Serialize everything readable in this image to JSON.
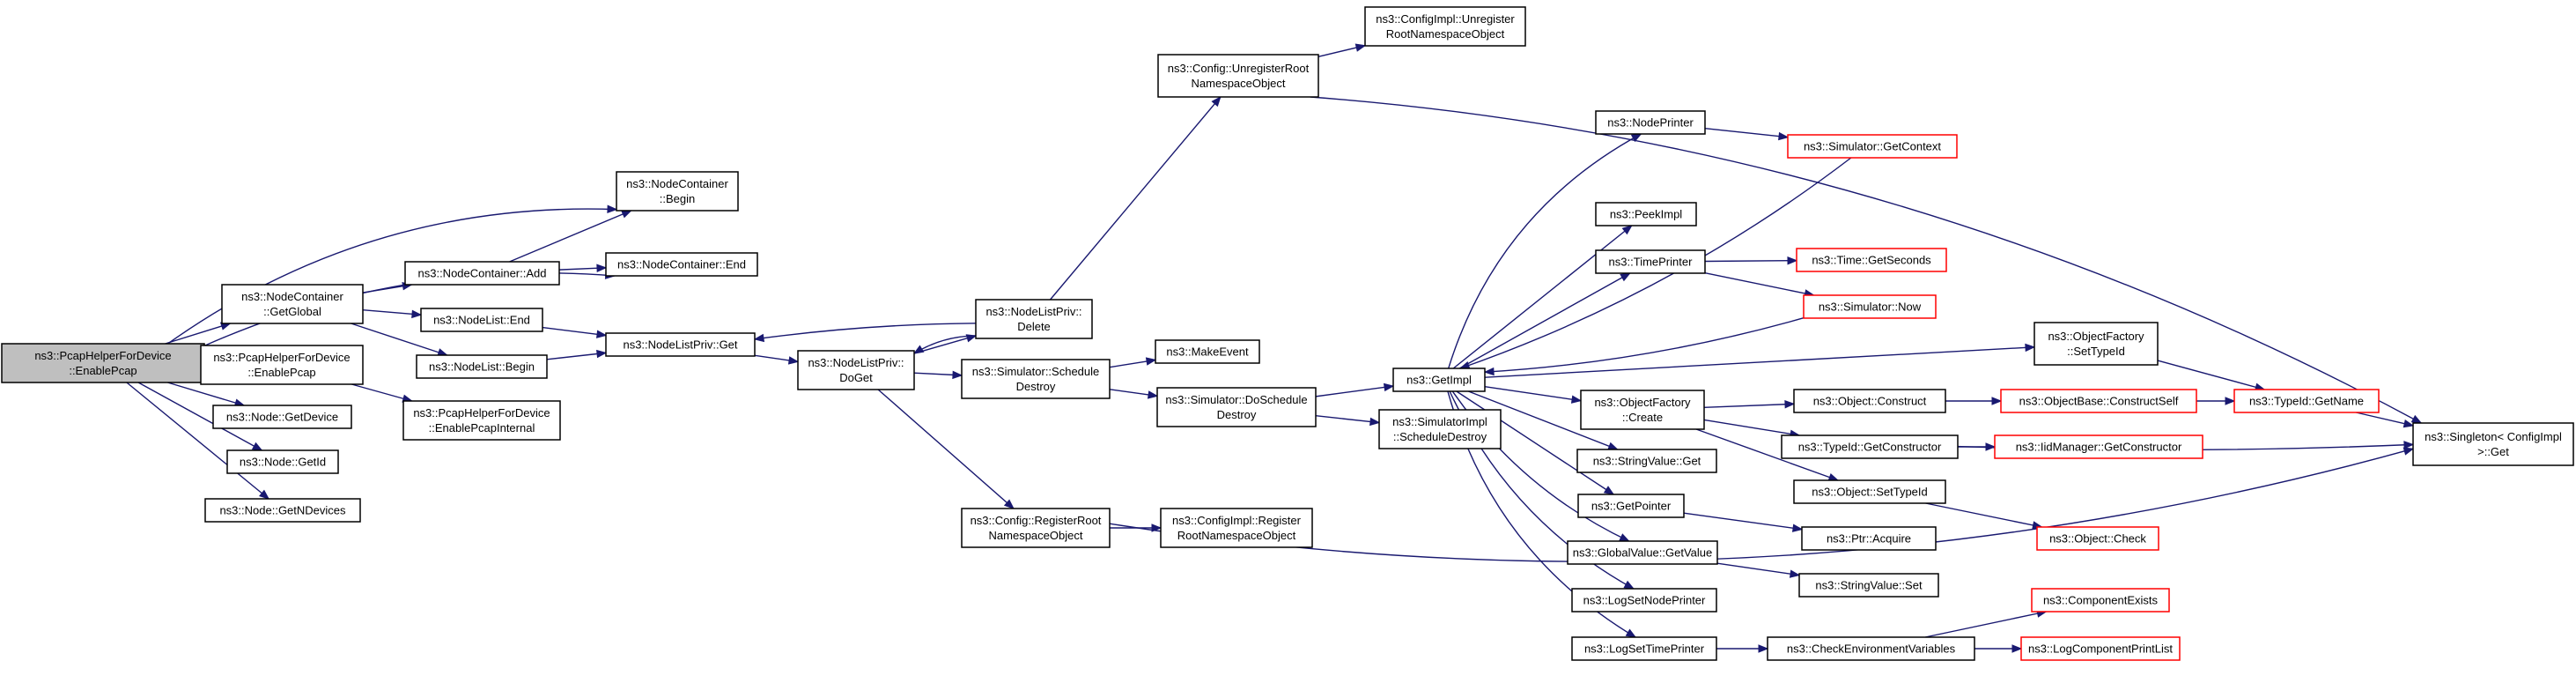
{
  "colors": {
    "edge": "#191970",
    "box_normal": "#000000",
    "box_truncated": "#ff0000",
    "root_fill": "#bfbfbf",
    "fill": "#ffffff"
  },
  "nodes": {
    "root": [
      "ns3::PcapHelperForDevice",
      "::EnablePcap"
    ],
    "nc_getglobal": [
      "ns3::NodeContainer",
      "::GetGlobal"
    ],
    "pcap_enablepcap": [
      "ns3::PcapHelperForDevice",
      "::EnablePcap"
    ],
    "node_getdevice": [
      "ns3::Node::GetDevice"
    ],
    "node_getid": [
      "ns3::Node::GetId"
    ],
    "node_getndevices": [
      "ns3::Node::GetNDevices"
    ],
    "nc_begin": [
      "ns3::NodeContainer",
      "::Begin"
    ],
    "nc_end": [
      "ns3::NodeContainer::End"
    ],
    "nc_add": [
      "ns3::NodeContainer::Add"
    ],
    "nl_end": [
      "ns3::NodeList::End"
    ],
    "nl_begin": [
      "ns3::NodeList::Begin"
    ],
    "pcap_internal": [
      "ns3::PcapHelperForDevice",
      "::EnablePcapInternal"
    ],
    "nlp_get": [
      "ns3::NodeListPriv::Get"
    ],
    "nlp_doget": [
      "ns3::NodeListPriv::",
      "DoGet"
    ],
    "nlp_delete": [
      "ns3::NodeListPriv::",
      "Delete"
    ],
    "config_unregister": [
      "ns3::Config::UnregisterRoot",
      "NamespaceObject"
    ],
    "configimpl_unregister": [
      "ns3::ConfigImpl::Unregister",
      "RootNamespaceObject"
    ],
    "sim_scheduledestroy": [
      "ns3::Simulator::Schedule",
      "Destroy"
    ],
    "makeevent": [
      "ns3::MakeEvent"
    ],
    "sim_doscheduledestroy": [
      "ns3::Simulator::DoSchedule",
      "Destroy"
    ],
    "config_register": [
      "ns3::Config::RegisterRoot",
      "NamespaceObject"
    ],
    "configimpl_register": [
      "ns3::ConfigImpl::Register",
      "RootNamespaceObject"
    ],
    "getimpl": [
      "ns3::GetImpl"
    ],
    "simimpl_scheduledestroy": [
      "ns3::SimulatorImpl",
      "::ScheduleDestroy"
    ],
    "nodeprinter": [
      "ns3::NodePrinter"
    ],
    "peekimpl": [
      "ns3::PeekImpl"
    ],
    "timeprinter": [
      "ns3::TimePrinter"
    ],
    "objfactory_create": [
      "ns3::ObjectFactory",
      "::Create"
    ],
    "stringvalue_get": [
      "ns3::StringValue::Get"
    ],
    "getpointer": [
      "ns3::GetPointer"
    ],
    "globalvalue_getvalue": [
      "ns3::GlobalValue::GetValue"
    ],
    "logsetnodeprinter": [
      "ns3::LogSetNodePrinter"
    ],
    "logsettimeprinter": [
      "ns3::LogSetTimePrinter"
    ],
    "sim_getcontext": [
      "ns3::Simulator::GetContext"
    ],
    "time_getseconds": [
      "ns3::Time::GetSeconds"
    ],
    "sim_now": [
      "ns3::Simulator::Now"
    ],
    "objfactory_settypeid": [
      "ns3::ObjectFactory",
      "::SetTypeId"
    ],
    "object_construct": [
      "ns3::Object::Construct"
    ],
    "typeid_getconstructor": [
      "ns3::TypeId::GetConstructor"
    ],
    "object_settypeid": [
      "ns3::Object::SetTypeId"
    ],
    "ptr_acquire": [
      "ns3::Ptr::Acquire"
    ],
    "stringvalue_set": [
      "ns3::StringValue::Set"
    ],
    "checkenvvars": [
      "ns3::CheckEnvironmentVariables"
    ],
    "objectbase_constructself": [
      "ns3::ObjectBase::ConstructSelf"
    ],
    "iidmanager_getconstructor": [
      "ns3::IidManager::GetConstructor"
    ],
    "object_check": [
      "ns3::Object::Check"
    ],
    "componentexists": [
      "ns3::ComponentExists"
    ],
    "logcomponentprintlist": [
      "ns3::LogComponentPrintList"
    ],
    "typeid_getname": [
      "ns3::TypeId::GetName"
    ],
    "singleton_get": [
      "ns3::Singleton< ConfigImpl",
      " >::Get"
    ]
  },
  "edges": [
    [
      "root",
      "nc_getglobal"
    ],
    [
      "root",
      "pcap_enablepcap"
    ],
    [
      "root",
      "node_getdevice"
    ],
    [
      "root",
      "node_getid"
    ],
    [
      "root",
      "node_getndevices"
    ],
    [
      "root",
      "nc_begin"
    ],
    [
      "root",
      "nc_end"
    ],
    [
      "nc_getglobal",
      "nc_add"
    ],
    [
      "nc_getglobal",
      "nl_end"
    ],
    [
      "nc_getglobal",
      "nl_begin"
    ],
    [
      "nc_add",
      "nc_begin"
    ],
    [
      "nc_add",
      "nc_end"
    ],
    [
      "pcap_enablepcap",
      "pcap_internal"
    ],
    [
      "nl_end",
      "nlp_get"
    ],
    [
      "nl_begin",
      "nlp_get"
    ],
    [
      "nlp_get",
      "nlp_doget"
    ],
    [
      "nlp_doget",
      "nlp_delete"
    ],
    [
      "nlp_doget",
      "sim_scheduledestroy"
    ],
    [
      "nlp_doget",
      "config_register"
    ],
    [
      "nlp_delete",
      "nlp_get"
    ],
    [
      "nlp_delete",
      "nlp_doget"
    ],
    [
      "nlp_delete",
      "config_unregister"
    ],
    [
      "config_unregister",
      "configimpl_unregister"
    ],
    [
      "config_unregister",
      "singleton_get"
    ],
    [
      "sim_scheduledestroy",
      "makeevent"
    ],
    [
      "sim_scheduledestroy",
      "sim_doscheduledestroy"
    ],
    [
      "sim_doscheduledestroy",
      "getimpl"
    ],
    [
      "sim_doscheduledestroy",
      "simimpl_scheduledestroy"
    ],
    [
      "config_register",
      "configimpl_register"
    ],
    [
      "config_register",
      "singleton_get"
    ],
    [
      "getimpl",
      "nodeprinter"
    ],
    [
      "getimpl",
      "peekimpl"
    ],
    [
      "getimpl",
      "timeprinter"
    ],
    [
      "getimpl",
      "objfactory_settypeid"
    ],
    [
      "getimpl",
      "objfactory_create"
    ],
    [
      "getimpl",
      "stringvalue_get"
    ],
    [
      "getimpl",
      "getpointer"
    ],
    [
      "getimpl",
      "globalvalue_getvalue"
    ],
    [
      "getimpl",
      "logsetnodeprinter"
    ],
    [
      "getimpl",
      "logsettimeprinter"
    ],
    [
      "nodeprinter",
      "sim_getcontext"
    ],
    [
      "sim_getcontext",
      "getimpl"
    ],
    [
      "timeprinter",
      "time_getseconds"
    ],
    [
      "timeprinter",
      "sim_now"
    ],
    [
      "sim_now",
      "getimpl"
    ],
    [
      "objfactory_settypeid",
      "typeid_getname"
    ],
    [
      "objfactory_create",
      "object_construct"
    ],
    [
      "objfactory_create",
      "typeid_getconstructor"
    ],
    [
      "objfactory_create",
      "object_settypeid"
    ],
    [
      "object_construct",
      "objectbase_constructself"
    ],
    [
      "objectbase_constructself",
      "typeid_getname"
    ],
    [
      "typeid_getname",
      "singleton_get"
    ],
    [
      "typeid_getconstructor",
      "iidmanager_getconstructor"
    ],
    [
      "typeid_getconstructor",
      "singleton_get"
    ],
    [
      "object_settypeid",
      "object_check"
    ],
    [
      "getpointer",
      "ptr_acquire"
    ],
    [
      "globalvalue_getvalue",
      "stringvalue_set"
    ],
    [
      "logsettimeprinter",
      "checkenvvars"
    ],
    [
      "checkenvvars",
      "componentexists"
    ],
    [
      "checkenvvars",
      "logcomponentprintlist"
    ]
  ]
}
